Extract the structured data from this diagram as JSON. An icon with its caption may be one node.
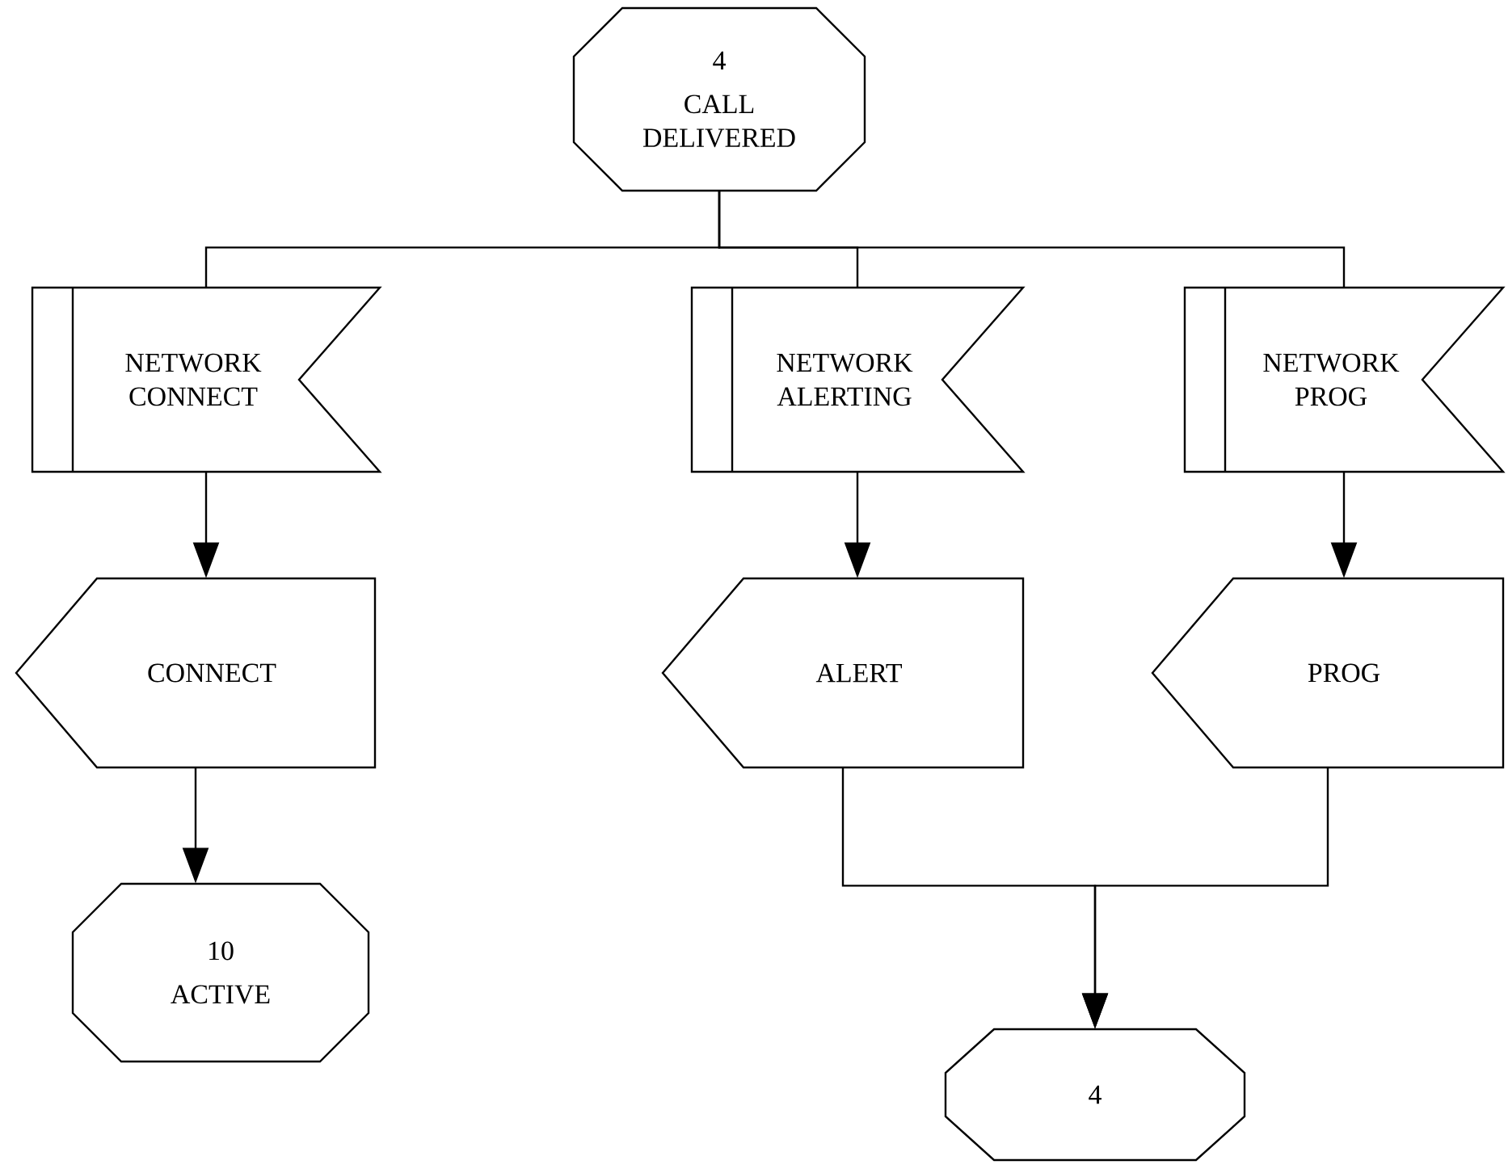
{
  "diagram": {
    "nodes": [
      {
        "text": [
          "4",
          "CALL DELIVERED"
        ]
      },
      {
        "text": [
          "NETWORK CONNECT"
        ]
      },
      {
        "text": [
          "NETWORK ALERTING"
        ]
      },
      {
        "text": [
          "NETWORK PROG"
        ]
      },
      {
        "text": [
          "CONNECT"
        ]
      },
      {
        "text": [
          "ALERT"
        ]
      },
      {
        "text": [
          "PROG"
        ]
      },
      {
        "text": [
          "10",
          "ACTIVE"
        ]
      },
      {
        "text": [
          "4"
        ]
      }
    ],
    "edges": [
      {
        "from": 0,
        "to": 1,
        "arrow": "none"
      },
      {
        "from": 0,
        "to": 2,
        "arrow": "none"
      },
      {
        "from": 0,
        "to": 3,
        "arrow": "none"
      },
      {
        "from": 1,
        "to": 4,
        "arrow": "to"
      },
      {
        "from": 2,
        "to": 5,
        "arrow": "to"
      },
      {
        "from": 3,
        "to": 6,
        "arrow": "to"
      },
      {
        "from": 4,
        "to": 7,
        "arrow": "to"
      },
      {
        "from": 5,
        "to": 8,
        "arrow": "to"
      },
      {
        "from": 6,
        "to": 8,
        "arrow": "to"
      }
    ]
  }
}
